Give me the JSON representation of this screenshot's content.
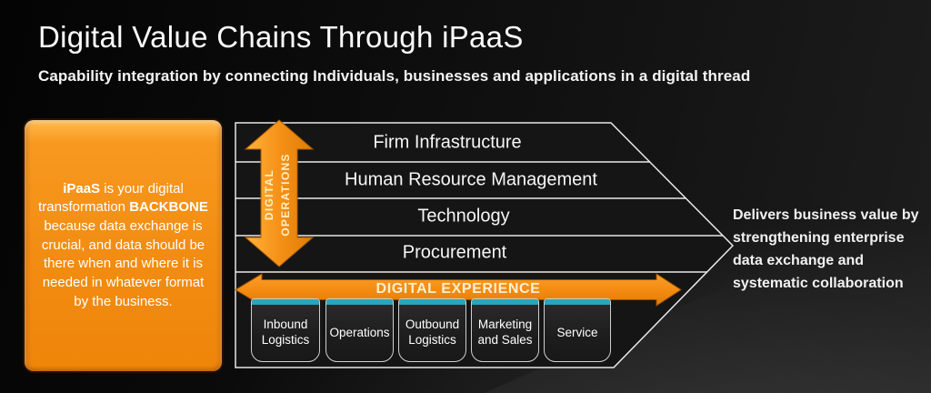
{
  "slide": {
    "title": "Digital Value Chains Through iPaaS",
    "subtitle": "Capability integration by connecting Individuals, businesses and applications in a digital thread"
  },
  "callout": {
    "bold_lead": "iPaaS",
    "segment_1": " is your digital transformation ",
    "bold_mid": "BACKBONE",
    "segment_2": " because data exchange is crucial, and data should be there when and where it is needed in whatever format by the business."
  },
  "value_chain": {
    "support_activities": [
      "Firm Infrastructure",
      "Human Resource Management",
      "Technology",
      "Procurement"
    ],
    "primary_activities": [
      "Inbound Logistics",
      "Operations",
      "Outbound Logistics",
      "Marketing and Sales",
      "Service"
    ],
    "vertical_arrow_label": [
      "DIGITAL",
      "OPERATIONS"
    ],
    "horizontal_arrow_label": "DIGITAL EXPERIENCE"
  },
  "outcome_note": "Delivers business value by strengthening enterprise data exchange and systematic collaboration",
  "colors": {
    "accent_orange": "#F28C12",
    "teal_bar": "#29A6BB",
    "cream_label": "#FAF0D2",
    "outline_white": "#E8E8E8",
    "background_dark": "#0B0B0B"
  }
}
